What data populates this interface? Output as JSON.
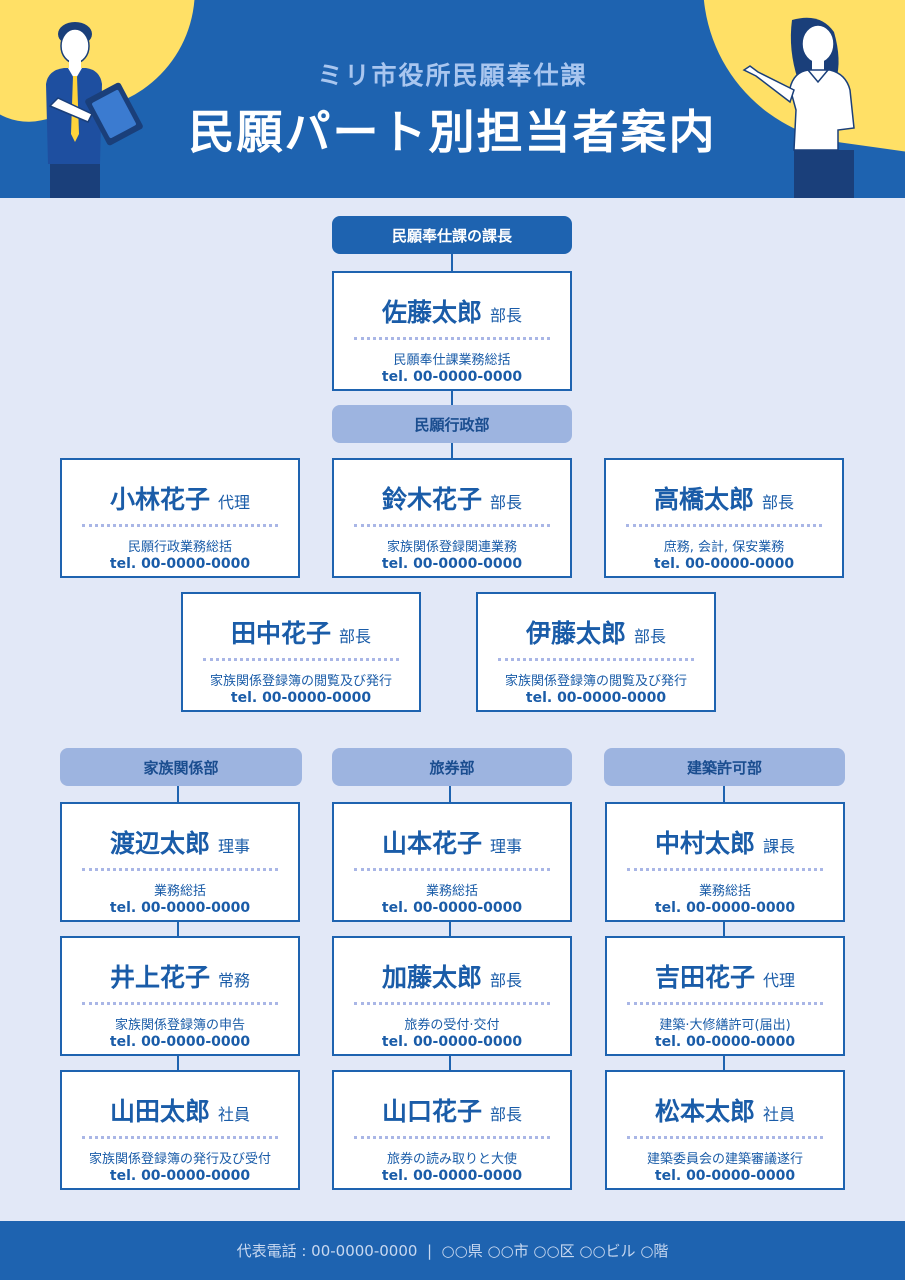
{
  "header": {
    "subtitle": "ミリ市役所民願奉仕課",
    "title": "民願パート別担当者案内"
  },
  "chief": {
    "label": "民願奉仕課の課長",
    "card": {
      "name": "佐藤太郎",
      "role": "部長",
      "duty": "民願奉仕課業務総括",
      "tel": "tel. 00-0000-0000"
    }
  },
  "admin": {
    "label": "民願行政部",
    "cards": [
      {
        "name": "小林花子",
        "role": "代理",
        "duty": "民願行政業務総括",
        "tel": "tel. 00-0000-0000"
      },
      {
        "name": "鈴木花子",
        "role": "部長",
        "duty": "家族関係登録関連業務",
        "tel": "tel. 00-0000-0000"
      },
      {
        "name": "高橋太郎",
        "role": "部長",
        "duty": "庶務, 会計, 保安業務",
        "tel": "tel. 00-0000-0000"
      },
      {
        "name": "田中花子",
        "role": "部長",
        "duty": "家族関係登録簿の閲覧及び発行",
        "tel": "tel. 00-0000-0000"
      },
      {
        "name": "伊藤太郎",
        "role": "部長",
        "duty": "家族関係登録簿の閲覧及び発行",
        "tel": "tel. 00-0000-0000"
      }
    ]
  },
  "departments": [
    {
      "label": "家族関係部",
      "cards": [
        {
          "name": "渡辺太郎",
          "role": "理事",
          "duty": "業務総括",
          "tel": "tel. 00-0000-0000"
        },
        {
          "name": "井上花子",
          "role": "常務",
          "duty": "家族関係登録簿の申告",
          "tel": "tel. 00-0000-0000"
        },
        {
          "name": "山田太郎",
          "role": "社員",
          "duty": "家族関係登録簿の発行及び受付",
          "tel": "tel. 00-0000-0000"
        }
      ]
    },
    {
      "label": "旅券部",
      "cards": [
        {
          "name": "山本花子",
          "role": "理事",
          "duty": "業務総括",
          "tel": "tel. 00-0000-0000"
        },
        {
          "name": "加藤太郎",
          "role": "部長",
          "duty": "旅券の受付·交付",
          "tel": "tel. 00-0000-0000"
        },
        {
          "name": "山口花子",
          "role": "部長",
          "duty": "旅券の読み取りと大使",
          "tel": "tel. 00-0000-0000"
        }
      ]
    },
    {
      "label": "建築許可部",
      "cards": [
        {
          "name": "中村太郎",
          "role": "課長",
          "duty": "業務総括",
          "tel": "tel. 00-0000-0000"
        },
        {
          "name": "吉田花子",
          "role": "代理",
          "duty": "建築·大修繕許可(届出)",
          "tel": "tel. 00-0000-0000"
        },
        {
          "name": "松本太郎",
          "role": "社員",
          "duty": "建築委員会の建築審議遂行",
          "tel": "tel. 00-0000-0000"
        }
      ]
    }
  ],
  "footer": {
    "text": "代表電話 : 00-0000-0000  |  ○○県 ○○市 ○○区 ○○ビル ○階"
  },
  "colors": {
    "primary": "#1e63b0",
    "accent": "#ffe066",
    "background": "#e2e8f7",
    "label_light": "#9db4e0"
  },
  "icons": [
    "man-with-tablet-illustration",
    "woman-presenting-illustration"
  ]
}
